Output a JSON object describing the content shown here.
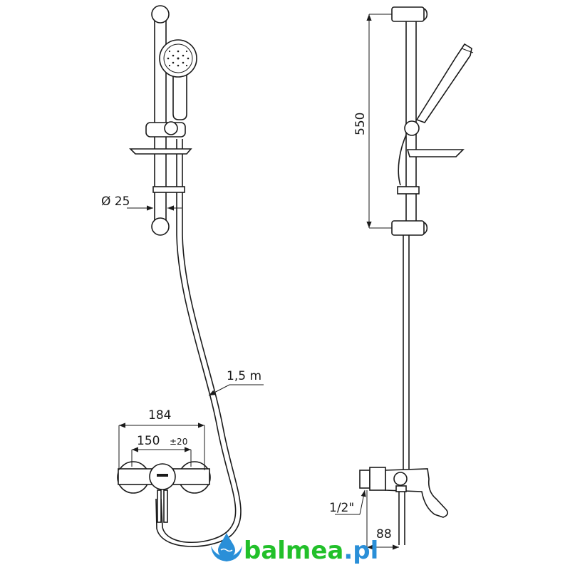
{
  "dimensions": {
    "diameter": "Ø 25",
    "hose_length": "1,5 m",
    "width_total": "184",
    "width_centers": "150",
    "tolerance": "±20",
    "rail_height": "550",
    "thread": "1/2\"",
    "depth": "88"
  },
  "logo": {
    "name": "balmea",
    "tld": ".pl",
    "green": "#22c02a",
    "blue": "#2a8fd8"
  }
}
